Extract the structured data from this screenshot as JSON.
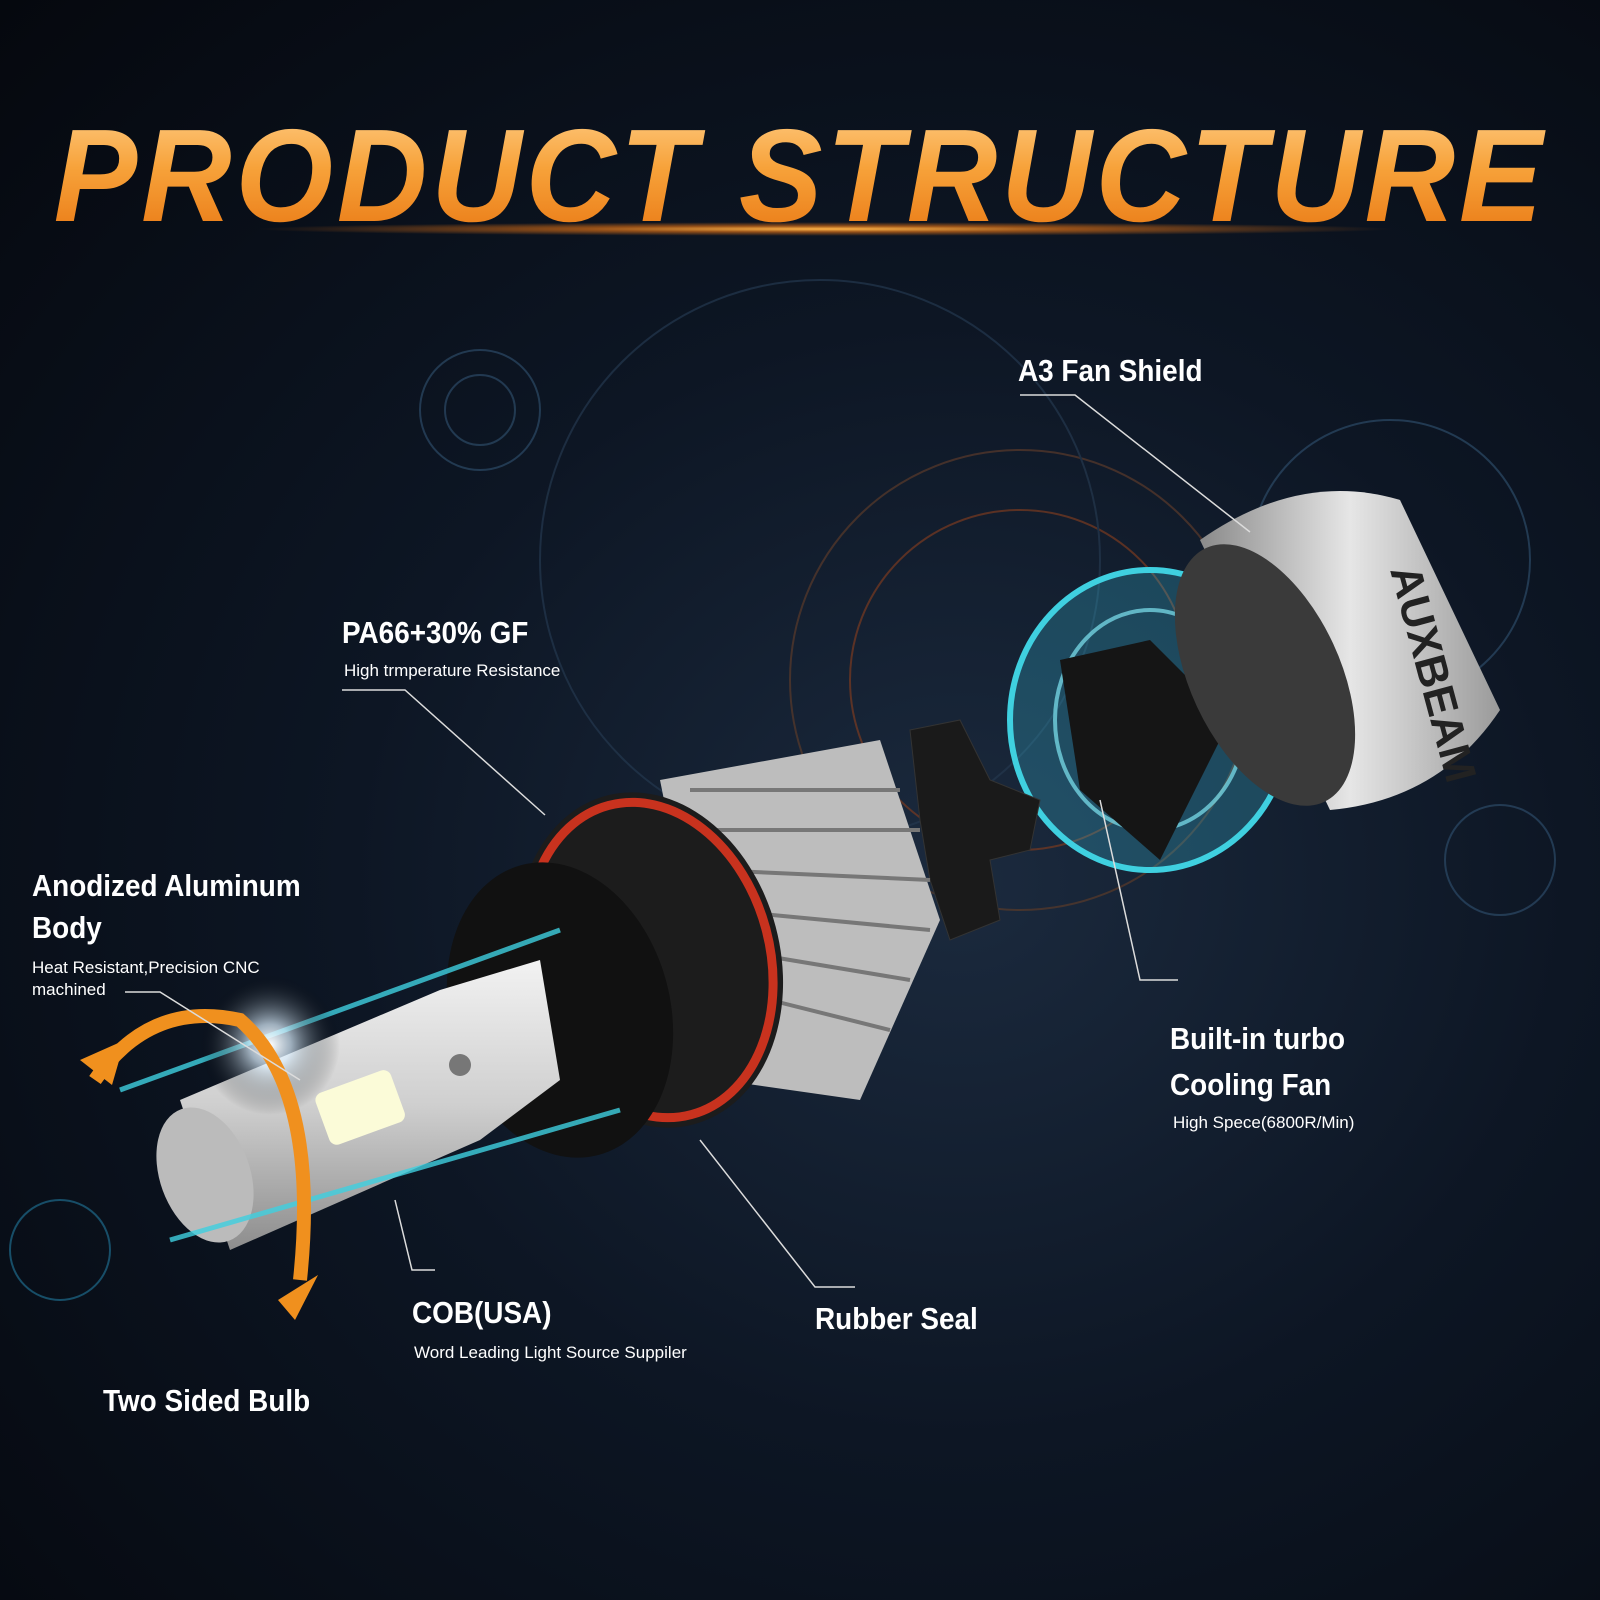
{
  "title": "PRODUCT STRUCTURE",
  "brand_mark": "AUXBEAM",
  "labels": {
    "fan_shield": {
      "title": "A3 Fan Shield"
    },
    "pa66": {
      "title": "PA66+30% GF",
      "subtitle": "High trmperature Resistance"
    },
    "aluminum": {
      "title_line1": "Anodized Aluminum",
      "title_line2": "Body",
      "subtitle_line1": "Heat Resistant,Precision CNC",
      "subtitle_line2": "machined"
    },
    "fan": {
      "title_line1": "Built-in turbo",
      "title_line2": "Cooling Fan",
      "subtitle": "High Spece(6800R/Min)"
    },
    "cob": {
      "title": "COB(USA)",
      "subtitle": "Word Leading Light Source Suppiler"
    },
    "rubber_seal": {
      "title": "Rubber Seal"
    },
    "two_sided": {
      "title": "Two Sided Bulb"
    }
  },
  "colors": {
    "accent": "#f39a2a",
    "cyan": "#3fd0e0",
    "seal": "#c8321e"
  }
}
